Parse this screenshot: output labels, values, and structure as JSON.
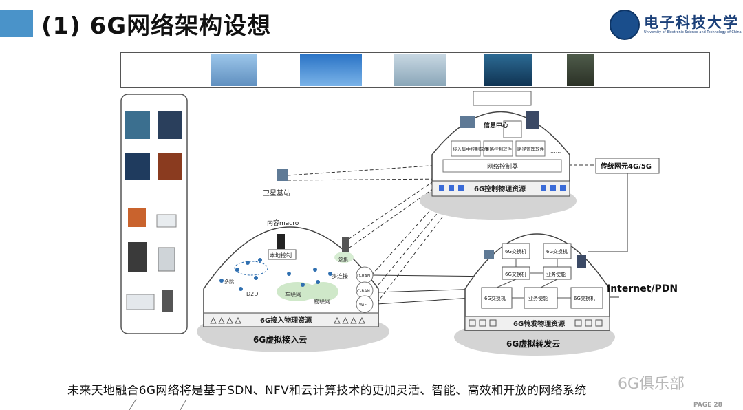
{
  "slide": {
    "title": "(1) 6G网络架构设想",
    "page_number": "PAGE 28",
    "caption": "未来天地融合6G网络将是基于SDN、NFV和云计算技术的更加灵活、智能、高效和开放的网络系统",
    "watermark": "6G俱乐部"
  },
  "logo": {
    "name_cn": "电子科技大学",
    "name_en": "University of Electronic Science and Technology of China"
  },
  "diagram": {
    "control_cloud": {
      "info_center": "信息中心",
      "software": [
        "接入集中控制软件",
        "策略控制软件",
        "路径管理软件"
      ],
      "ellipsis": "......",
      "network_controller": "网络控制器",
      "resource_label": "6G控制物理资源"
    },
    "legacy": "传统网元4G/5G",
    "satellite_label": "卫星基站",
    "access_cloud": {
      "macro_label": "内容macro",
      "local_control": "本地控制",
      "cluster": "簇集",
      "multi_hop": "多跳",
      "multi_connect": "多连接",
      "d2d": "D2D",
      "v2x": "车联网",
      "iot": "物联网",
      "ran": [
        "D-RAN",
        "C-RAN",
        "WiFi"
      ],
      "resource_label": "6G接入物理资源",
      "cloud_label": "6G虚拟接入云"
    },
    "forward_cloud": {
      "top_switches": [
        "6G交换机",
        "6G交换机"
      ],
      "mid_switch": "6G交换机",
      "service_enable_top": "业务使能",
      "left_switch": "6G交换机",
      "service_enable": "业务使能",
      "right_switch": "6G交换机",
      "resource_label": "6G转发物理资源",
      "cloud_label": "6G虚拟转发云"
    },
    "internet": "Internet/PDN"
  },
  "colors": {
    "accent": "#4a93c9",
    "cloud": "#d4d4d4",
    "resource_square": "#3a6bd8"
  }
}
